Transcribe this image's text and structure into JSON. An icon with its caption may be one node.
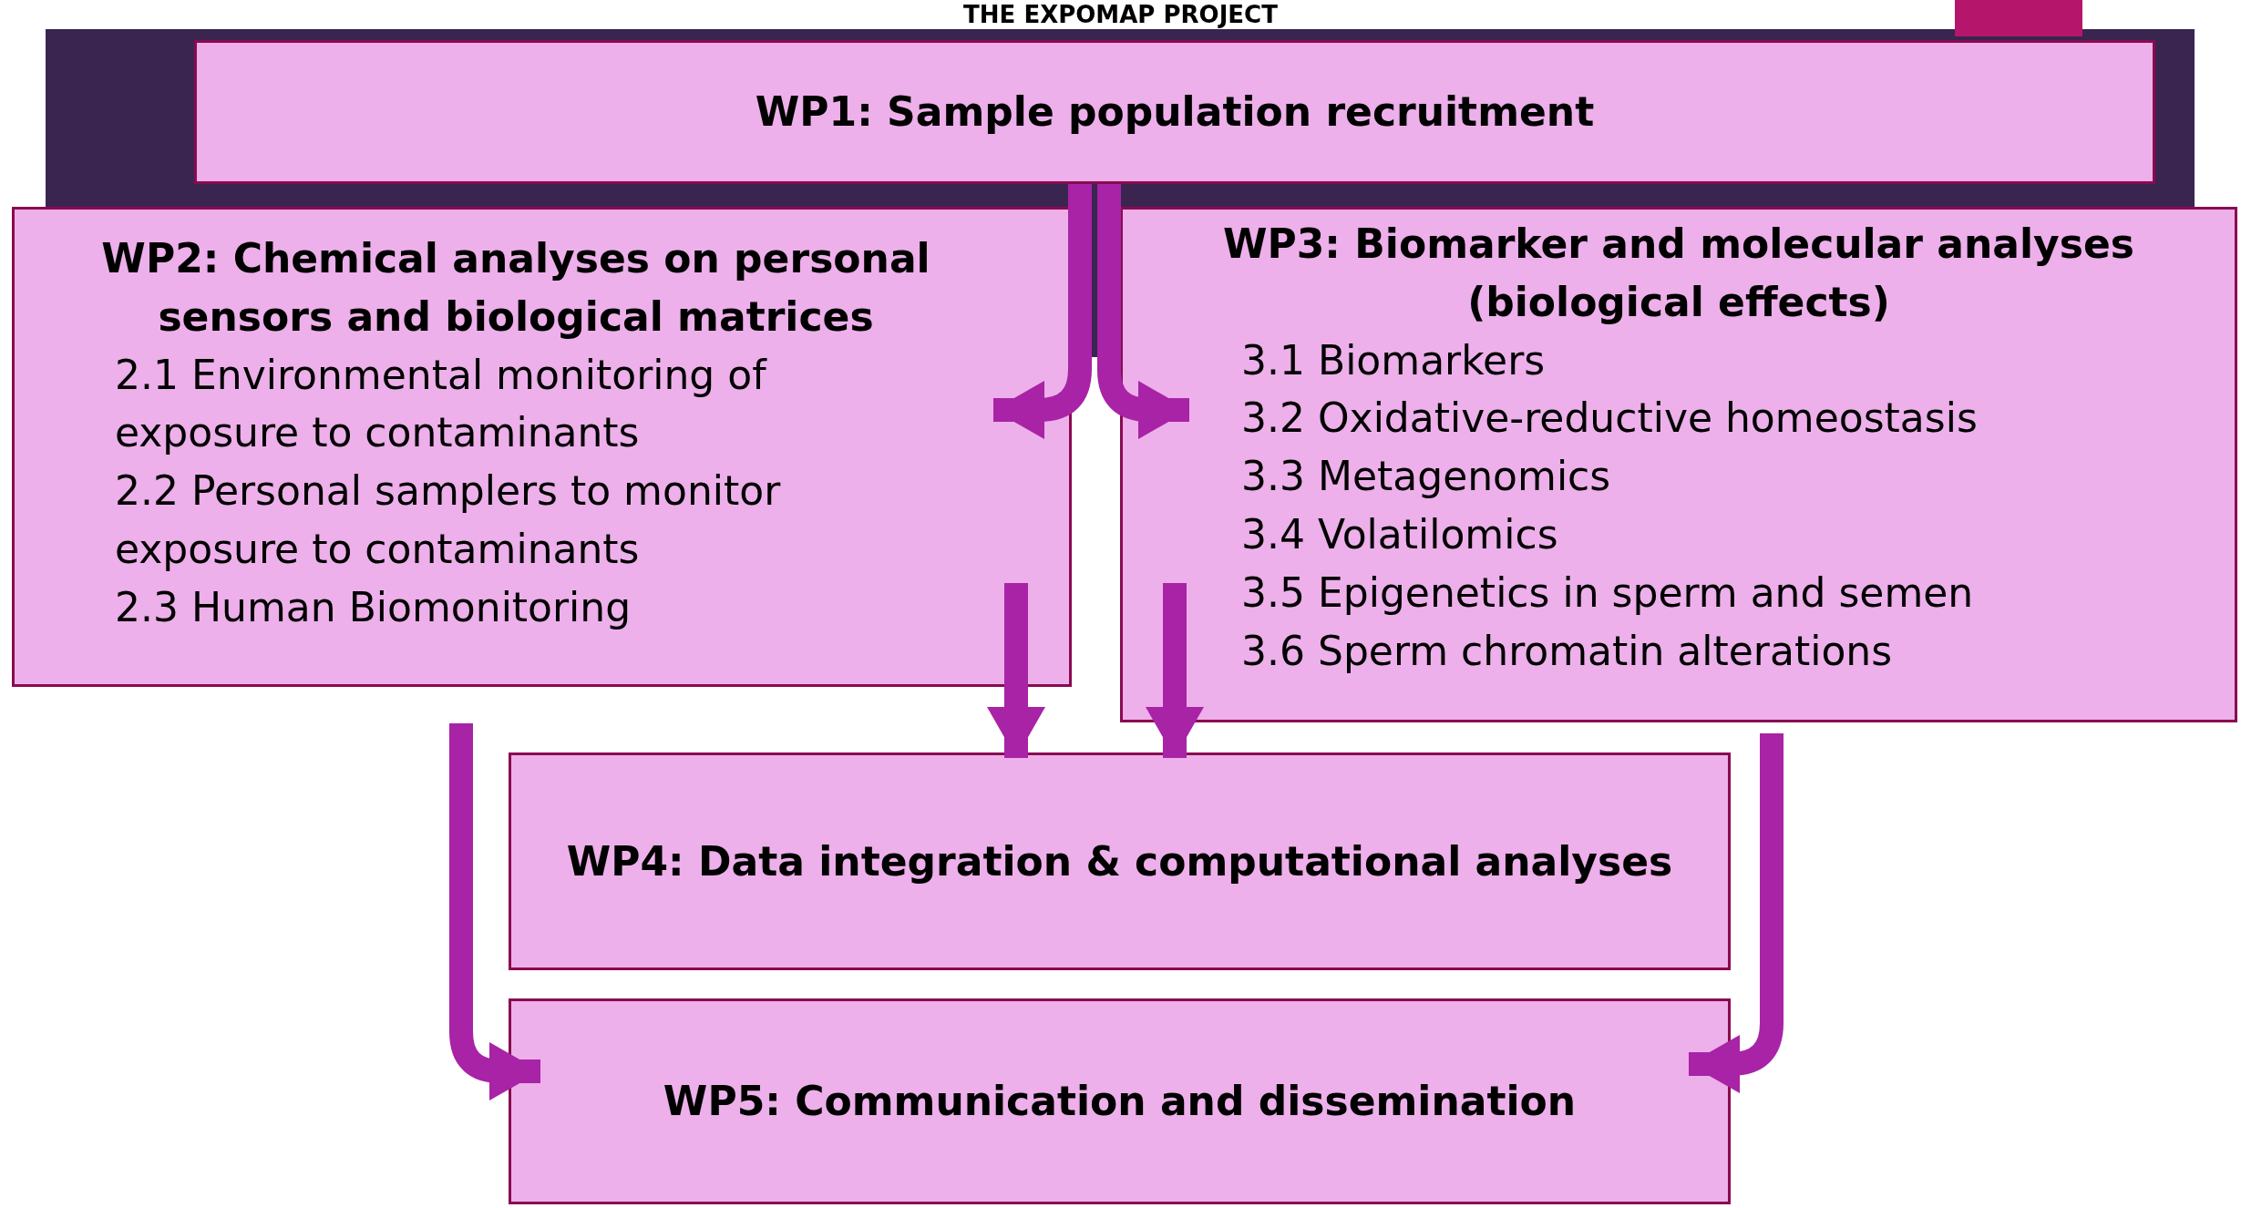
{
  "diagram": {
    "title": "THE EXPOMAP PROJECT",
    "nodes": [
      {
        "text": [
          "WP1: Sample population recruitment"
        ]
      },
      {
        "text": [
          "WP2: Chemical analyses on personal sensors and biological matrices",
          "2.1 Environmental monitoring of exposure to contaminants",
          "2.2 Personal samplers to monitor exposure to contaminants",
          "2.3 Human Biomonitoring"
        ]
      },
      {
        "text": [
          "WP3: Biomarker and molecular analyses (biological effects)",
          "3.1 Biomarkers",
          "3.2 Oxidative-reductive homeostasis",
          "3.3 Metagenomics",
          "3.4 Volatilomics",
          "3.5 Epigenetics in sperm and semen",
          "3.6 Sperm chromatin alterations"
        ]
      },
      {
        "text": [
          "WP4: Data integration & computational analyses"
        ]
      },
      {
        "text": [
          "WP5: Communication and dissemination"
        ]
      }
    ],
    "edges": [
      {
        "from": 0,
        "to": 1,
        "arrow": "to"
      },
      {
        "from": 0,
        "to": 2,
        "arrow": "to"
      },
      {
        "from": 1,
        "to": 3,
        "arrow": "to"
      },
      {
        "from": 2,
        "to": 3,
        "arrow": "to"
      },
      {
        "from": 1,
        "to": 4,
        "arrow": "to"
      },
      {
        "from": 2,
        "to": 4,
        "arrow": "to"
      }
    ]
  }
}
